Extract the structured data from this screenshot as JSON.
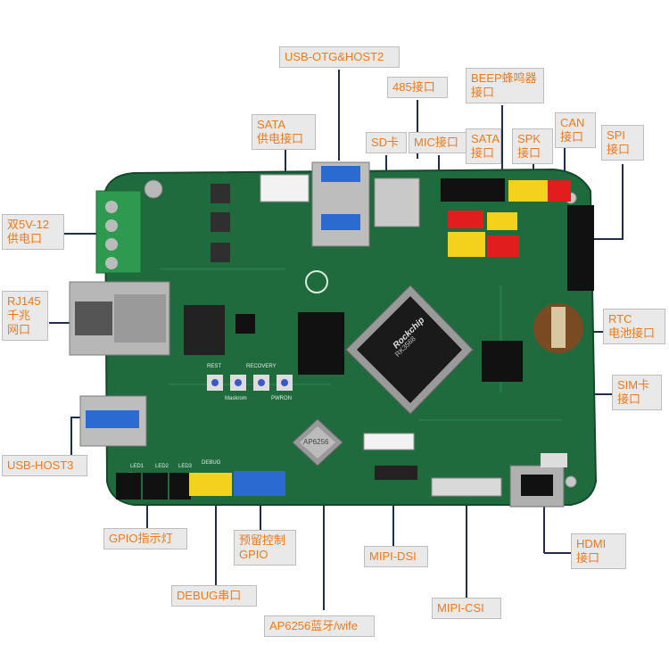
{
  "board": {
    "chip_brand": "Rockchip",
    "chip_model": "RK3568",
    "wifi_module_text": "AP6256",
    "silk": {
      "rest": "REST",
      "recovery": "RECOVERY",
      "maskrom": "Maskrom",
      "pwron": "PWRON",
      "debug": "DEBUG",
      "led1": "LED1",
      "led2": "LED2",
      "led3": "LED3"
    }
  },
  "labels": {
    "usb_otg": "USB-OTG&HOST2",
    "port_485": "485接口",
    "beep": [
      "BEEP蜂鸣器",
      "接口"
    ],
    "sata_power": [
      "SATA",
      "供电接口"
    ],
    "sd": "SD卡",
    "mic": "MIC接口",
    "sata": [
      "SATA",
      "接口"
    ],
    "spk": [
      "SPK",
      "接口"
    ],
    "can": [
      "CAN",
      "接口"
    ],
    "spi": [
      "SPI",
      "接口"
    ],
    "power": [
      "双5V-12",
      "供电口"
    ],
    "rj45": [
      "RJ145",
      "千兆",
      "网口"
    ],
    "rtc": [
      "RTC",
      "电池接口"
    ],
    "sim": [
      "SIM卡",
      "接口"
    ],
    "usb_host3": "USB-HOST3",
    "gpio_led": "GPIO指示灯",
    "reserved_gpio": [
      "预留控制",
      "GPIO"
    ],
    "mipi_dsi": "MIPI-DSI",
    "hdmi": [
      "HDMI",
      "接口"
    ],
    "debug_uart": "DEBUG串口",
    "mipi_csi": "MIPI-CSI",
    "ap6256": "AP6256蓝牙/wife"
  },
  "colors": {
    "pcb": "#1f6b3e",
    "label_text": "#f07a1a",
    "label_bg": "#e9e9e9"
  }
}
